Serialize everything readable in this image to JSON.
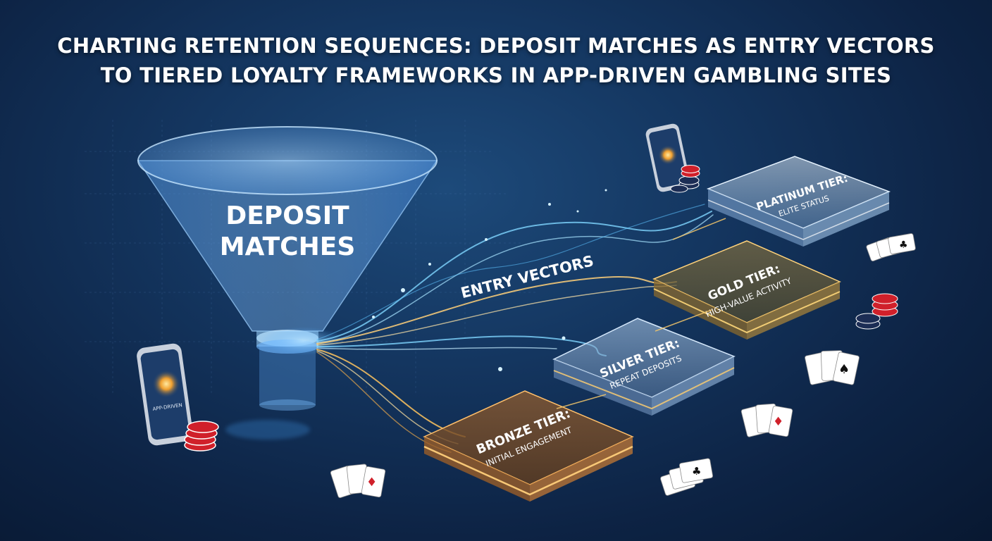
{
  "title": {
    "line1": "CHARTING RETENTION SEQUENCES: DEPOSIT MATCHES AS ENTRY VECTORS",
    "line2": "TO TIERED LOYALTY FRAMEWORKS IN APP-DRIVEN GAMBLING SITES"
  },
  "funnel": {
    "line1": "DEPOSIT",
    "line2": "MATCHES"
  },
  "flow_label": "ENTRY VECTORS",
  "phone_label": "APP-DRIVEN",
  "tiers": [
    {
      "name": "PLATINUM TIER:",
      "desc": "ELITE STATUS"
    },
    {
      "name": "GOLD TIER:",
      "desc": "HIGH-VALUE ACTIVITY"
    },
    {
      "name": "SILVER TIER:",
      "desc": "REPEAT DEPOSITS"
    },
    {
      "name": "BRONZE TIER:",
      "desc": "INITIAL ENGAGEMENT"
    }
  ],
  "icons": {
    "phone": "smartphone-icon",
    "chips": "casino-chips-icon",
    "cards": "playing-cards-icon"
  },
  "colors": {
    "background": "#0d2344",
    "platinum": "#c9dff2",
    "gold": "#e8b445",
    "silver": "#a9c6e6",
    "bronze": "#f0a54a",
    "flow": "#6fd0ff",
    "chip_red": "#d0202a",
    "chip_navy": "#1c2d55"
  }
}
